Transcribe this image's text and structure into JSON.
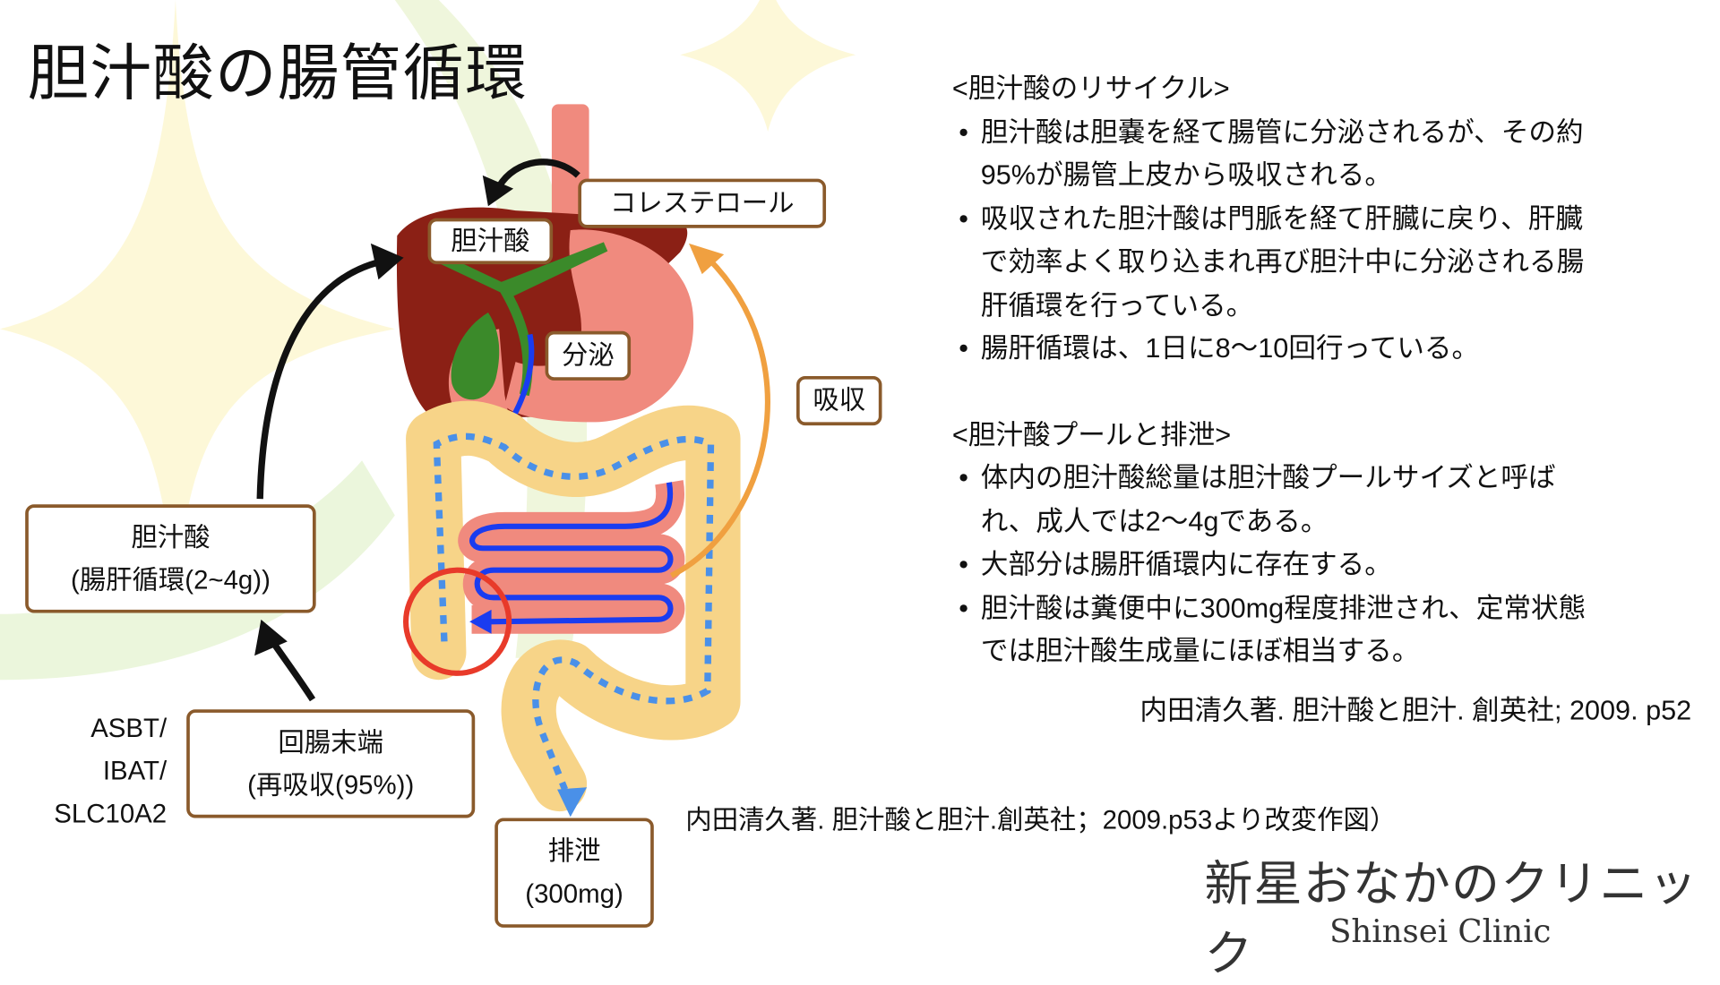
{
  "title": "胆汁酸の腸管循環",
  "diagram": {
    "labels": {
      "cholesterol": "コレステロール",
      "bile_acid_liver": "胆汁酸",
      "secretion": "分泌",
      "absorption": "吸収",
      "pool_line1": "胆汁酸",
      "pool_line2": "(腸肝循環(2~4g))",
      "ileum_line1": "回腸末端",
      "ileum_line2": "(再吸収(95%))",
      "excretion_line1": "排泄",
      "excretion_line2": "(300mg)"
    },
    "transporter": [
      "ASBT/",
      "IBAT/",
      "SLC10A2"
    ],
    "source": "内田清久著.  胆汁酸と胆汁.創英社；2009.p53より改変作図）"
  },
  "sections": [
    {
      "heading": "<胆汁酸のリサイクル>",
      "bullets": [
        [
          "胆汁酸は胆嚢を経て腸管に分泌されるが、その約",
          "95%が腸管上皮から吸収される。"
        ],
        [
          "吸収された胆汁酸は門脈を経て肝臓に戻り、肝臓",
          "で効率よく取り込まれ再び胆汁中に分泌される腸",
          "肝循環を行っている。"
        ],
        [
          "腸肝循環は、1日に8〜10回行っている。"
        ]
      ]
    },
    {
      "heading": "<胆汁酸プールと排泄>",
      "bullets": [
        [
          "体内の胆汁酸総量は胆汁酸プールサイズと呼ば",
          "れ、成人では2〜4gである。"
        ],
        [
          "大部分は腸肝循環内に存在する。"
        ],
        [
          "胆汁酸は糞便中に300mg程度排泄され、定常状態",
          "では胆汁酸生成量にほぼ相当する。"
        ]
      ]
    }
  ],
  "citation": "内田清久著. 胆汁酸と胆汁. 創英社; 2009. p52",
  "logo": {
    "ja": "新星おなかのクリニック",
    "en": "Shinsei Clinic"
  },
  "colors": {
    "liver": "#8b2015",
    "stomach": "#f08a7e",
    "gallbladder": "#3b8a2a",
    "colon": "#f7d488",
    "bile_flow": "#1a3cf0",
    "absorb_arrow": "#f0a040",
    "box_border": "#8a5a2b",
    "highlight": "#e83a2a"
  }
}
